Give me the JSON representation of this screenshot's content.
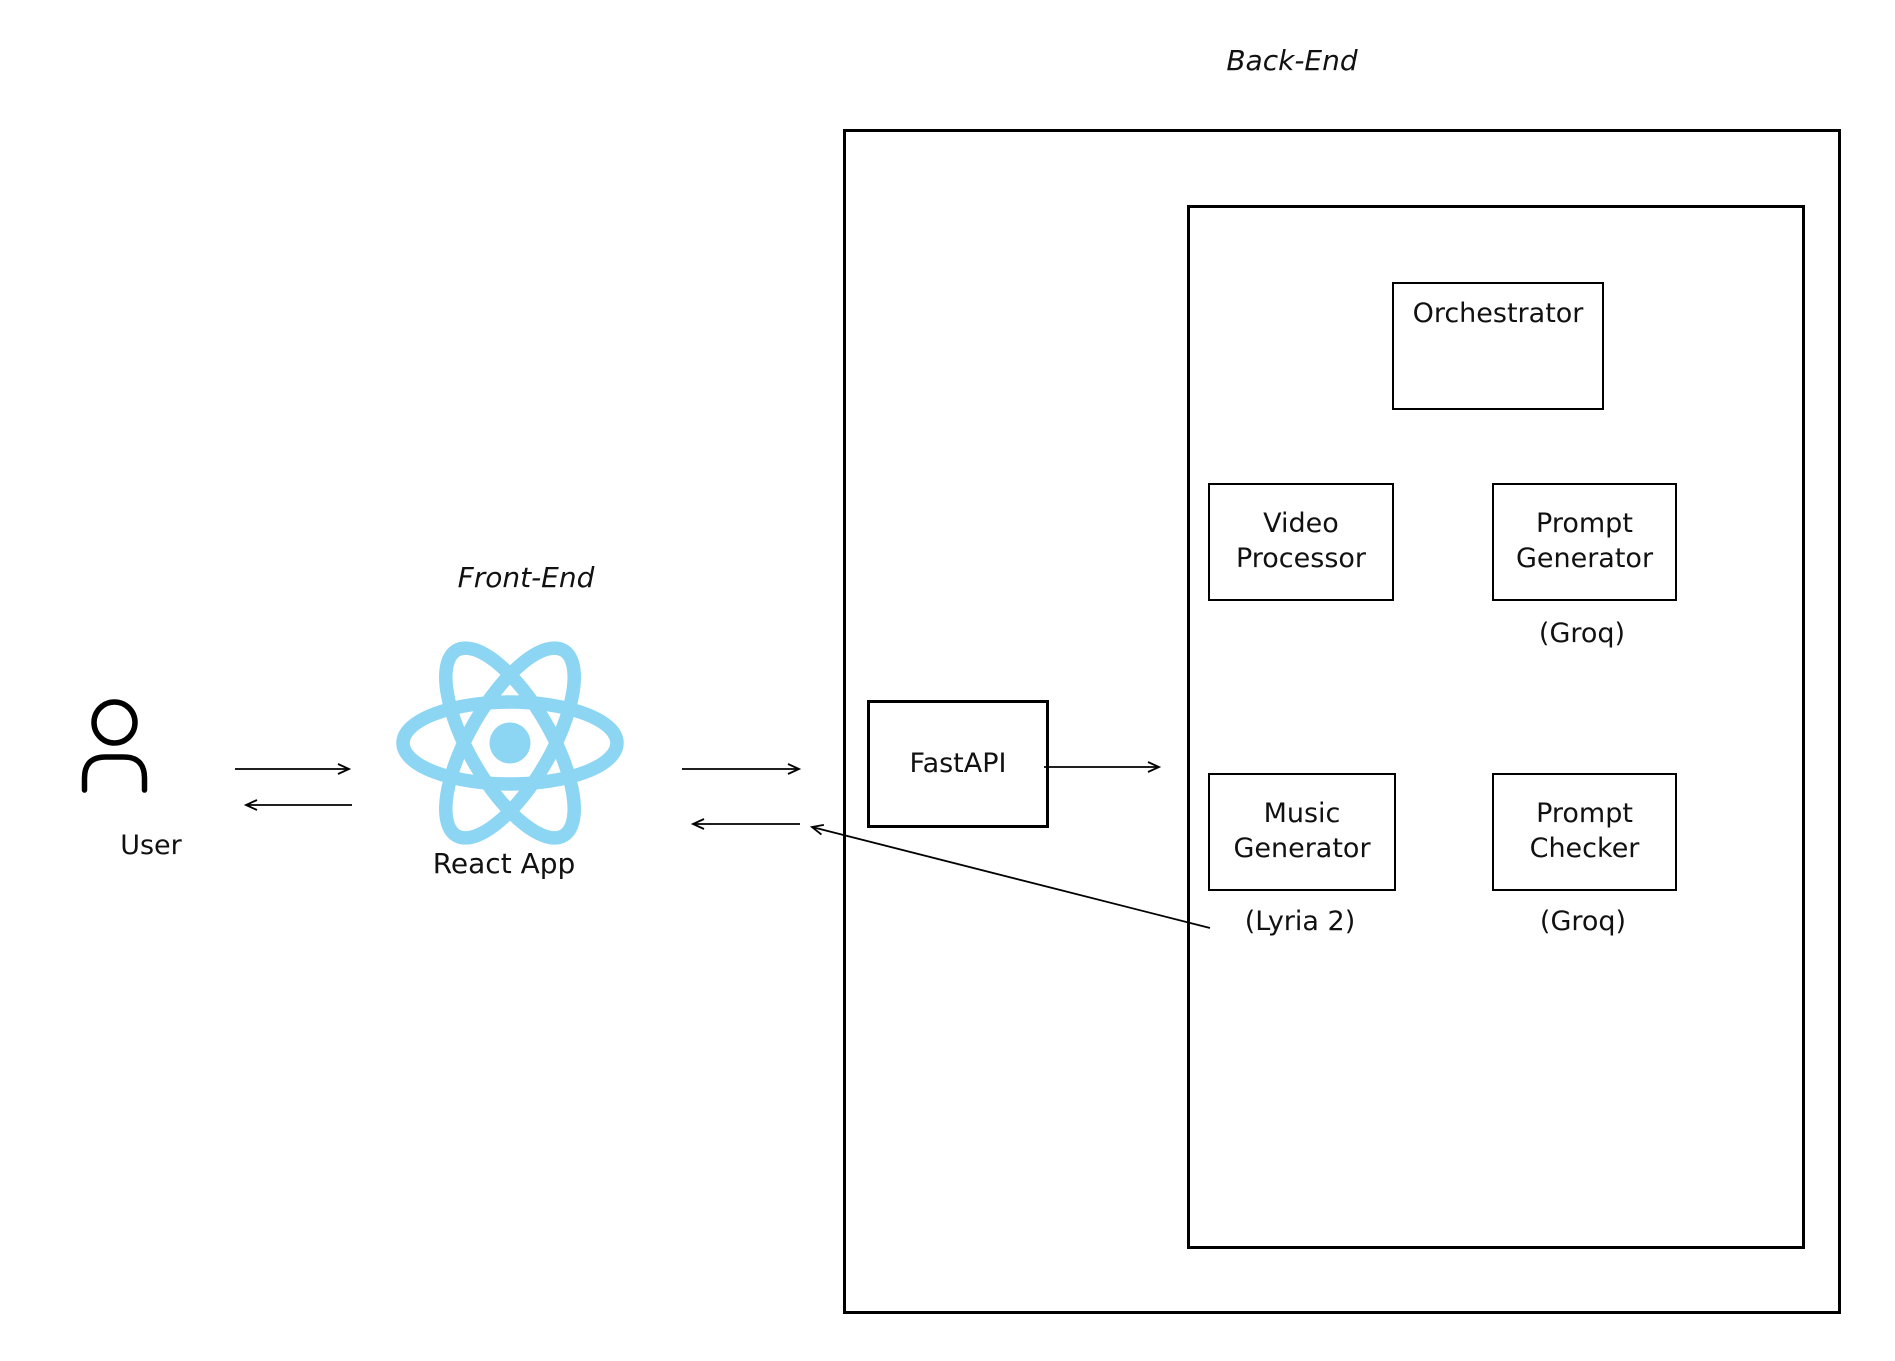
{
  "diagram": {
    "titles": {
      "front_end": "Front-End",
      "back_end": "Back-End"
    },
    "actors": {
      "user_label": "User",
      "react_app_label": "React App"
    },
    "nodes": {
      "fastapi": "FastAPI",
      "orchestrator": "Orchestrator",
      "video_processor": "Video\nProcessor",
      "prompt_generator": "Prompt\nGenerator",
      "prompt_generator_sub": "(Groq)",
      "music_generator": "Music\nGenerator",
      "music_generator_sub": "(Lyria 2)",
      "prompt_checker": "Prompt\nChecker",
      "prompt_checker_sub": "(Groq)"
    },
    "icons": {
      "user": "user-icon",
      "react": "react-logo-icon"
    },
    "colors": {
      "react_blue": "#8cd5f3",
      "line": "#000000"
    }
  }
}
